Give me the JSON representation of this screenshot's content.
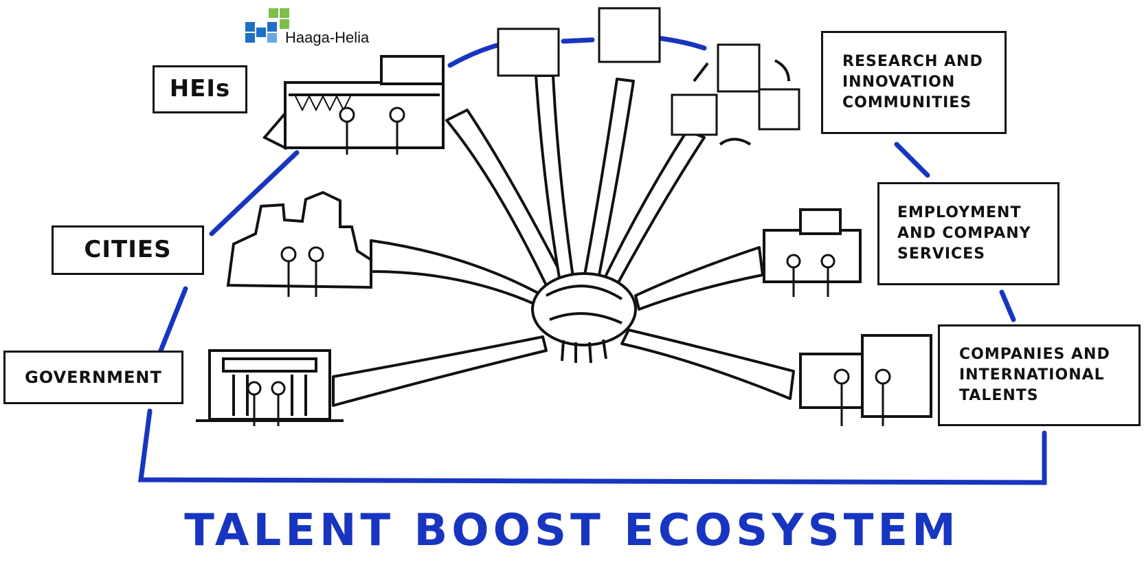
{
  "logo": {
    "name": "Haaga-Helia",
    "icon": "haaga-helia-logo-icon"
  },
  "title": "TALENT BOOST ECOSYSTEM",
  "colors": {
    "accent": "#1835c0",
    "ink": "#111111",
    "logo_blue": "#1f6fc4",
    "logo_green": "#7dbf4a"
  },
  "stakeholders": {
    "heis": "HEIs",
    "cities": "CITIES",
    "government": "GOVERNMENT",
    "research": [
      "RESEARCH AND",
      "INNOVATION",
      "COMMUNITIES"
    ],
    "employment": [
      "EMPLOYMENT",
      "AND COMPANY",
      "SERVICES"
    ],
    "companies": [
      "COMPANIES AND",
      "INTERNATIONAL",
      "TALENTS"
    ]
  },
  "icons": [
    "handshake-icon",
    "university-building-icon",
    "city-skyline-icon",
    "government-building-icon",
    "research-people-icon",
    "cycle-arrows-icon",
    "office-building-icon",
    "company-building-icon",
    "person-icon"
  ]
}
